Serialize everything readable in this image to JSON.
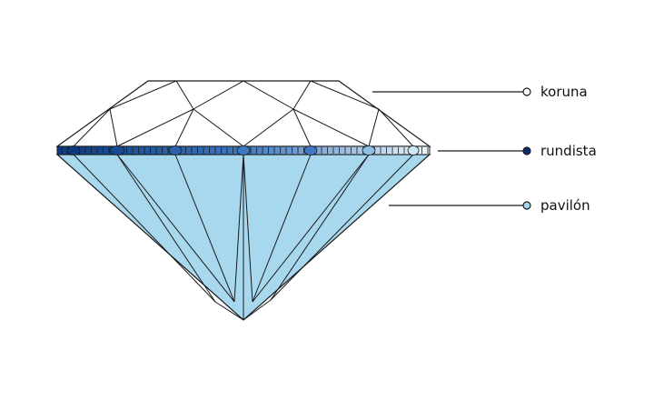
{
  "labels": {
    "crown": "koruna",
    "girdle": "rundista",
    "pavilion": "pavilón"
  },
  "colors": {
    "pavilion": "#a8d8ee",
    "girdle_dark": "#0b3a80",
    "girdle_light": "#e8f4fb",
    "girdle_marker": "#0a2d6e",
    "pavilion_marker": "#a7d7ee",
    "line": "#1a1a1a"
  }
}
